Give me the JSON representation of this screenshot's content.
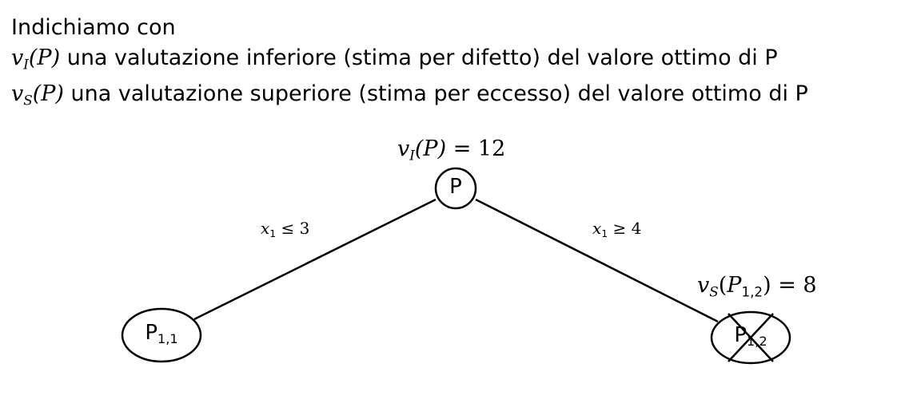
{
  "intro": {
    "heading": "Indichiamo con",
    "line_inferiore": {
      "symbol": "v",
      "symbol_sub": "I",
      "arg": "(P)",
      "text": " una valutazione inferiore (stima per difetto) del valore ottimo di P"
    },
    "line_superiore": {
      "symbol": "v",
      "symbol_sub": "S",
      "arg": "(P)",
      "text": " una valutazione superiore (stima per eccesso) del valore ottimo di P"
    }
  },
  "tree": {
    "root": {
      "label": "P",
      "value_symbol": "v",
      "value_sub": "I",
      "value_arg": "(P)",
      "value_eq": " = 12"
    },
    "left_edge": {
      "var": "x",
      "var_sub": "1",
      "relation": " ≤ 3"
    },
    "right_edge": {
      "var": "x",
      "var_sub": "1",
      "relation": " ≥ 4"
    },
    "left_child": {
      "label": "P",
      "label_sub": "1,1"
    },
    "right_child": {
      "label": "P",
      "label_sub": "1,2",
      "pruned": true,
      "value_symbol": "v",
      "value_sub": "S",
      "value_arg_open": "(",
      "value_arg_letter": "P",
      "value_arg_sub": "1,2",
      "value_arg_close": ")",
      "value_eq": " = 8"
    }
  }
}
